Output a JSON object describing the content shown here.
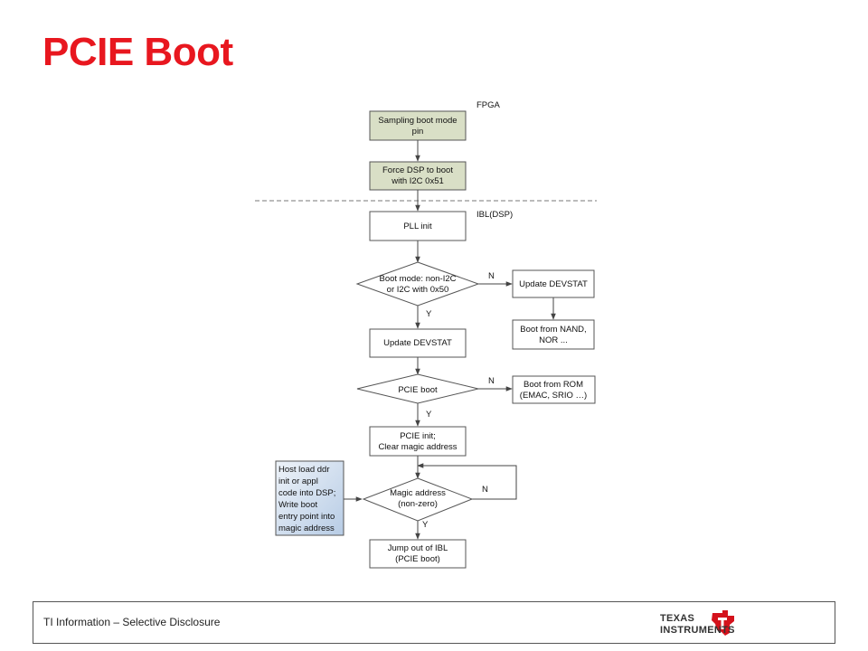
{
  "slide": {
    "title": "PCIE Boot"
  },
  "diagram": {
    "regions": {
      "fpga": "FPGA",
      "ibl": "IBL(DSP)"
    },
    "nodes": {
      "sampling": [
        "Sampling boot mode",
        "pin"
      ],
      "force": [
        "Force DSP to boot",
        "with I2C 0x51"
      ],
      "pll": [
        "PLL init"
      ],
      "bootmode": [
        "Boot mode: non-I2C",
        "or I2C with 0x50"
      ],
      "update_devstat_n": [
        "Update DEVSTAT"
      ],
      "boot_nand": [
        "Boot from NAND,",
        "NOR ..."
      ],
      "update_devstat": [
        "Update DEVSTAT"
      ],
      "pcie_boot": [
        "PCIE boot"
      ],
      "boot_rom": [
        "Boot from ROM",
        "(EMAC, SRIO …)"
      ],
      "pcie_init": [
        "PCIE init;",
        "Clear magic address"
      ],
      "magic": [
        "Magic address",
        "(non-zero)"
      ],
      "jump": [
        "Jump out of IBL",
        "(PCIE boot)"
      ],
      "host": [
        "Host load ddr",
        "init or appl",
        "code into DSP;",
        "Write boot",
        "entry point into",
        "magic address"
      ]
    },
    "edge_labels": {
      "bootmode_no": "N",
      "bootmode_yes": "Y",
      "pcie_no": "N",
      "pcie_yes": "Y",
      "magic_no": "N",
      "magic_yes": "Y"
    },
    "colors": {
      "fpga_box": "#d9dfc6",
      "host_box": "#c9d9ec",
      "title": "#e8171f"
    }
  },
  "footer": {
    "text": "TI Information – Selective Disclosure",
    "logo_word1": "TEXAS",
    "logo_word2": "INSTRUMENTS"
  }
}
